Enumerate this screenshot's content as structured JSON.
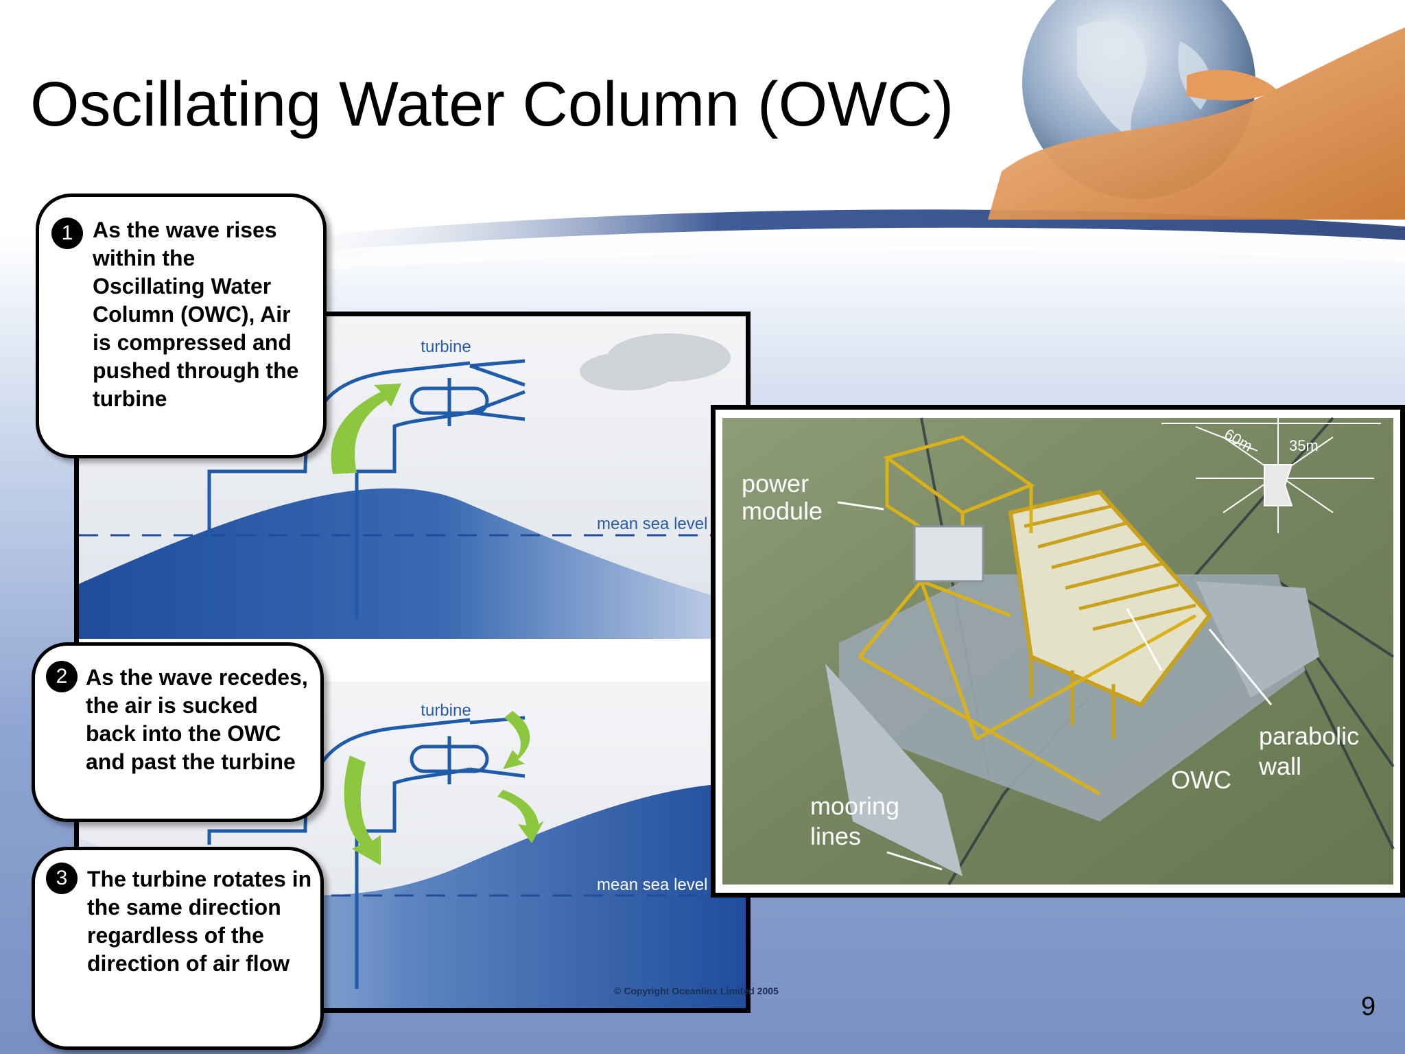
{
  "slide": {
    "title": "Oscillating Water Column (OWC)",
    "page_number": "9"
  },
  "callouts": [
    {
      "number": "1",
      "text": "As the wave rises within the Oscillating Water Column (OWC), Air is compressed and pushed through the turbine"
    },
    {
      "number": "2",
      "text": "As the wave recedes, the air is sucked back into the OWC and past the turbine"
    },
    {
      "number": "3",
      "text": "The turbine rotates in the same direction regardless of the direction of air flow"
    }
  ],
  "diagram": {
    "top_turbine_label": "turbine",
    "top_sea_label": "mean sea level",
    "bottom_turbine_label": "turbine",
    "bottom_sea_label": "mean sea level",
    "copyright": "© Copyright Oceanlinx Limited 2005"
  },
  "photo": {
    "power_module": "power module",
    "dim_60m": "60m",
    "dim_35m": "35m",
    "parabolic_wall": "parabolic wall",
    "owc": "OWC",
    "mooring_lines": "mooring lines"
  },
  "colors": {
    "background_top": "#ffffff",
    "background_bottom": "#7b93c4",
    "water_blue": "#2a5aa6",
    "arrow_green": "#8dc63f",
    "structure_yellow": "#d9b21a"
  }
}
